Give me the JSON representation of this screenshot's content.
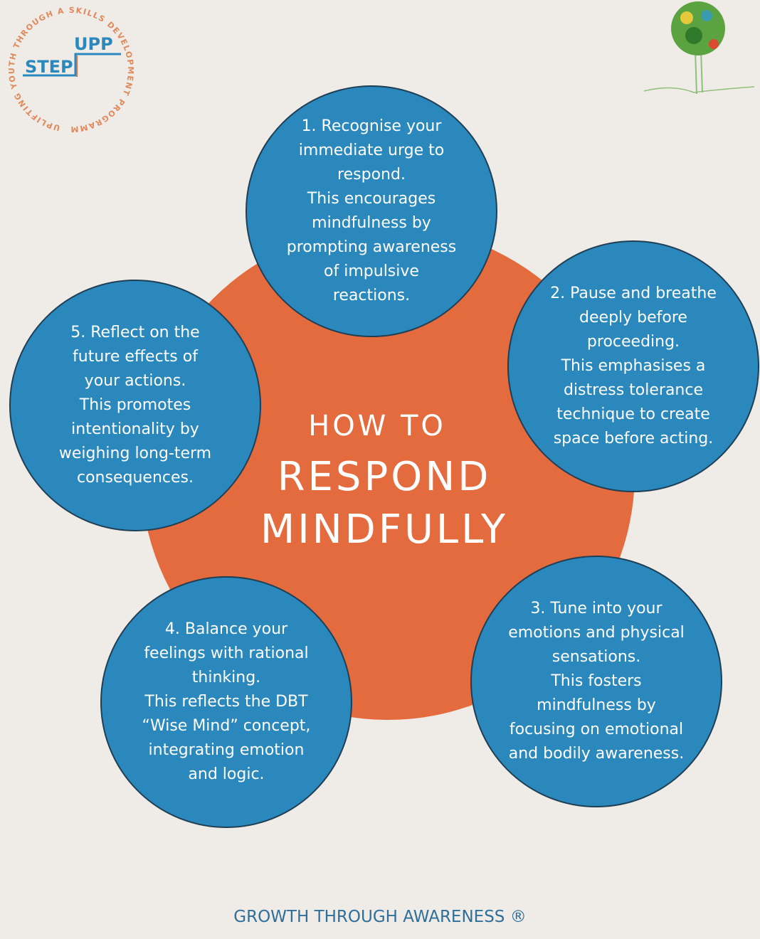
{
  "logo": {
    "ring_text": "UPLIFTING YOUTH THROUGH A SKILLS DEVELOPMENT PROGRAMME",
    "upp": "UPP",
    "step": "STEP"
  },
  "title": {
    "line1": "HOW TO",
    "line2": "RESPOND",
    "line3": "MINDFULLY"
  },
  "steps": [
    {
      "text": "1. Recognise your\nimmediate urge to\nrespond.\nThis encourages\nmindfulness by\nprompting awareness\nof impulsive\nreactions."
    },
    {
      "text": "2. Pause and breathe\ndeeply before\nproceeding.\nThis emphasises a\ndistress tolerance\ntechnique to create\nspace before acting."
    },
    {
      "text": "3. Tune into your\nemotions and physical\nsensations.\nThis fosters\nmindfulness by\nfocusing on emotional\nand bodily awareness."
    },
    {
      "text": "4. Balance your\nfeelings with rational\nthinking.\nThis reflects the DBT\n“Wise Mind” concept,\nintegrating emotion\nand logic."
    },
    {
      "text": "5. Reflect on the\nfuture effects of\nyour actions.\nThis promotes\nintentionality by\nweighing long-term\nconsequences."
    }
  ],
  "footer": "GROWTH THROUGH AWARENESS ®",
  "colors": {
    "background": "#efebe7",
    "orange": "#e36b3e",
    "blue": "#2a88bd"
  }
}
